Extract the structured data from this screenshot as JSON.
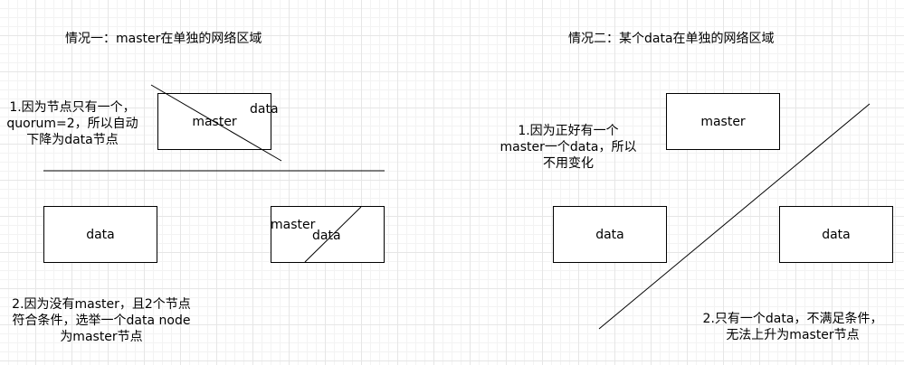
{
  "left": {
    "title": "情况一：master在单独的网络区域",
    "note1": [
      "1.因为节点只有一个，",
      "quorum=2，所以自动",
      "下降为data节点"
    ],
    "note2": [
      "2.因为没有master，且2个节点",
      "符合条件，选举一个data node",
      "为master节点"
    ],
    "top_box_label": "master",
    "top_box_overlay": "data",
    "bottom_left_label": "data",
    "bottom_right_label1": "master",
    "bottom_right_label2": "data"
  },
  "right": {
    "title": "情况二：某个data在单独的网络区域",
    "note1": [
      "1.因为正好有一个",
      "master一个data，所以",
      "不用变化"
    ],
    "note2": [
      "2.只有一个data，不满足条件，",
      "无法上升为master节点"
    ],
    "top_box_label": "master",
    "left_box_label": "data",
    "right_box_label": "data"
  },
  "colors": {
    "line": "#000000",
    "grid": "#e6e6e6"
  }
}
